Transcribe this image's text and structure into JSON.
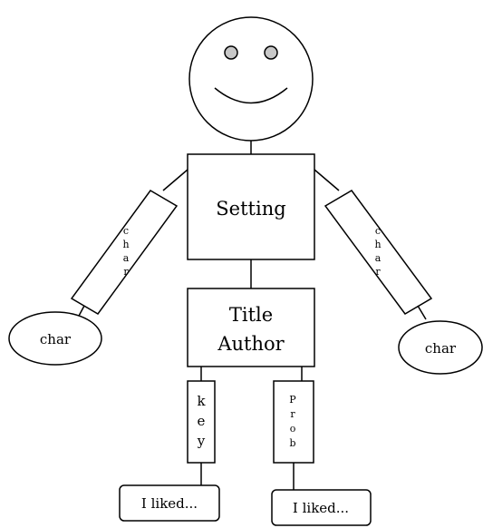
{
  "diagram": {
    "setting_label": "Setting",
    "title_label": "Title",
    "author_label": "Author",
    "left_arm_text": "char",
    "right_arm_text": "char",
    "left_hand_label": "char",
    "right_hand_label": "char",
    "left_leg_text": "key",
    "right_leg_text": "Prob",
    "left_foot_label": "I liked...",
    "right_foot_label": "I liked..."
  },
  "colors": {
    "stroke": "#000000",
    "fill": "#ffffff",
    "eyes": "#c8c8c8"
  }
}
